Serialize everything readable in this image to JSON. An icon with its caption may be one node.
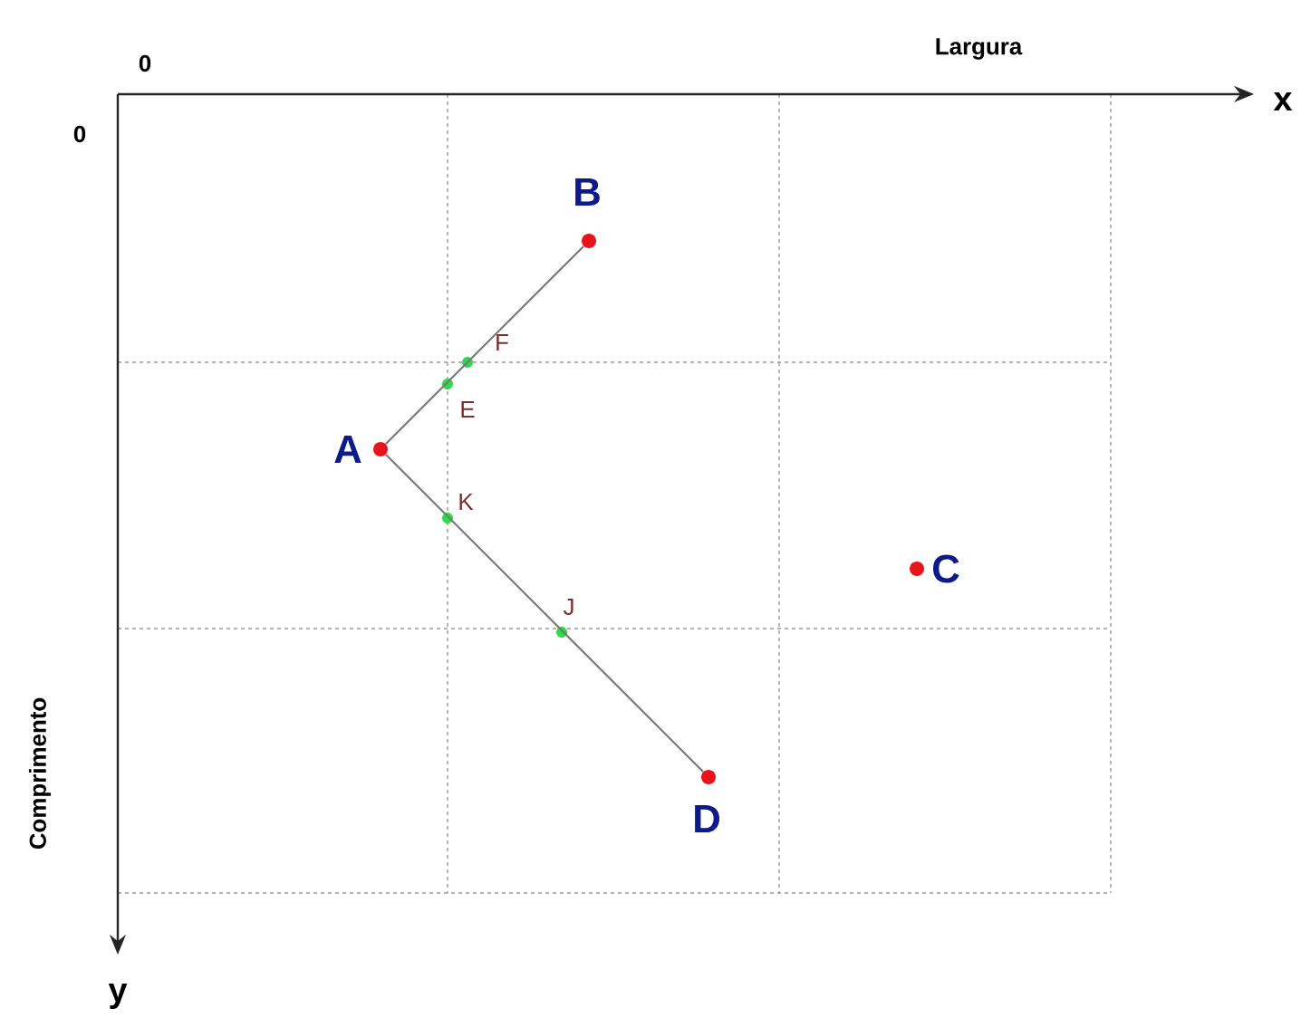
{
  "diagram": {
    "nodes": [
      {
        "text": [],
        "shape": "circle",
        "beside": [
          "B"
        ]
      },
      {
        "text": [],
        "shape": "circle",
        "beside": [
          "F"
        ]
      },
      {
        "text": [],
        "shape": "circle",
        "beside": [
          "E"
        ]
      },
      {
        "text": [],
        "shape": "circle",
        "beside": [
          "A"
        ]
      },
      {
        "text": [],
        "shape": "circle",
        "beside": [
          "K"
        ]
      },
      {
        "text": [],
        "shape": "circle",
        "beside": [
          "C"
        ]
      },
      {
        "text": [],
        "shape": "circle",
        "beside": [
          "J"
        ]
      },
      {
        "text": [],
        "shape": "circle",
        "beside": [
          "D"
        ]
      }
    ],
    "edges": [
      {
        "from": 3,
        "to": 0,
        "arrow": "none"
      },
      {
        "from": 3,
        "to": 7,
        "arrow": "none"
      }
    ],
    "labels": [
      "0",
      "Largura",
      "x",
      "0",
      "Comprimento",
      "y"
    ]
  }
}
